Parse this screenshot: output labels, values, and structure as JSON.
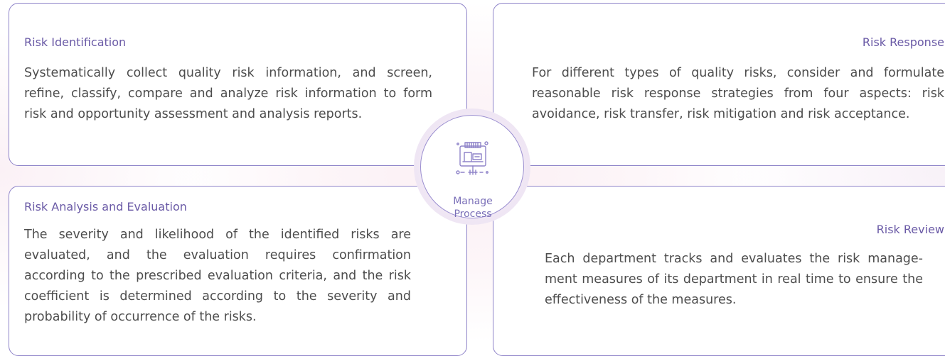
{
  "hub": {
    "label_line1": "Manage",
    "label_line2": "Process",
    "icon": "monitor-process-icon"
  },
  "cards": {
    "identification": {
      "title": "Risk Identification",
      "text": "Systematically collect quality risk information, and screen, refine, classify, compare and analyze risk information to form risk and opportunity assessment and analysis reports."
    },
    "response": {
      "title": "Risk Response",
      "text": "For different types of quality risks, consider and formulate reasonable risk response strategies from four aspects: risk avoidance, risk transfer, risk mitigation and risk acceptance."
    },
    "analysis": {
      "title": "Risk Analysis and Evaluation",
      "text": "The severity and likelihood of the identified risks are evaluated, and the evaluation requires confirmation according to the prescribed evaluation criteria, and the risk coefficient is determined according to the severity and probability of occurrence of the risks."
    },
    "review": {
      "title": "Risk Review",
      "text": "Each department tracks and evaluates the risk manage-ment measures of its department in real time to ensure the effectiveness of the measures."
    }
  },
  "colors": {
    "accent": "#6a5aa6",
    "border": "#8f84c9",
    "text": "#4d4d4d"
  }
}
